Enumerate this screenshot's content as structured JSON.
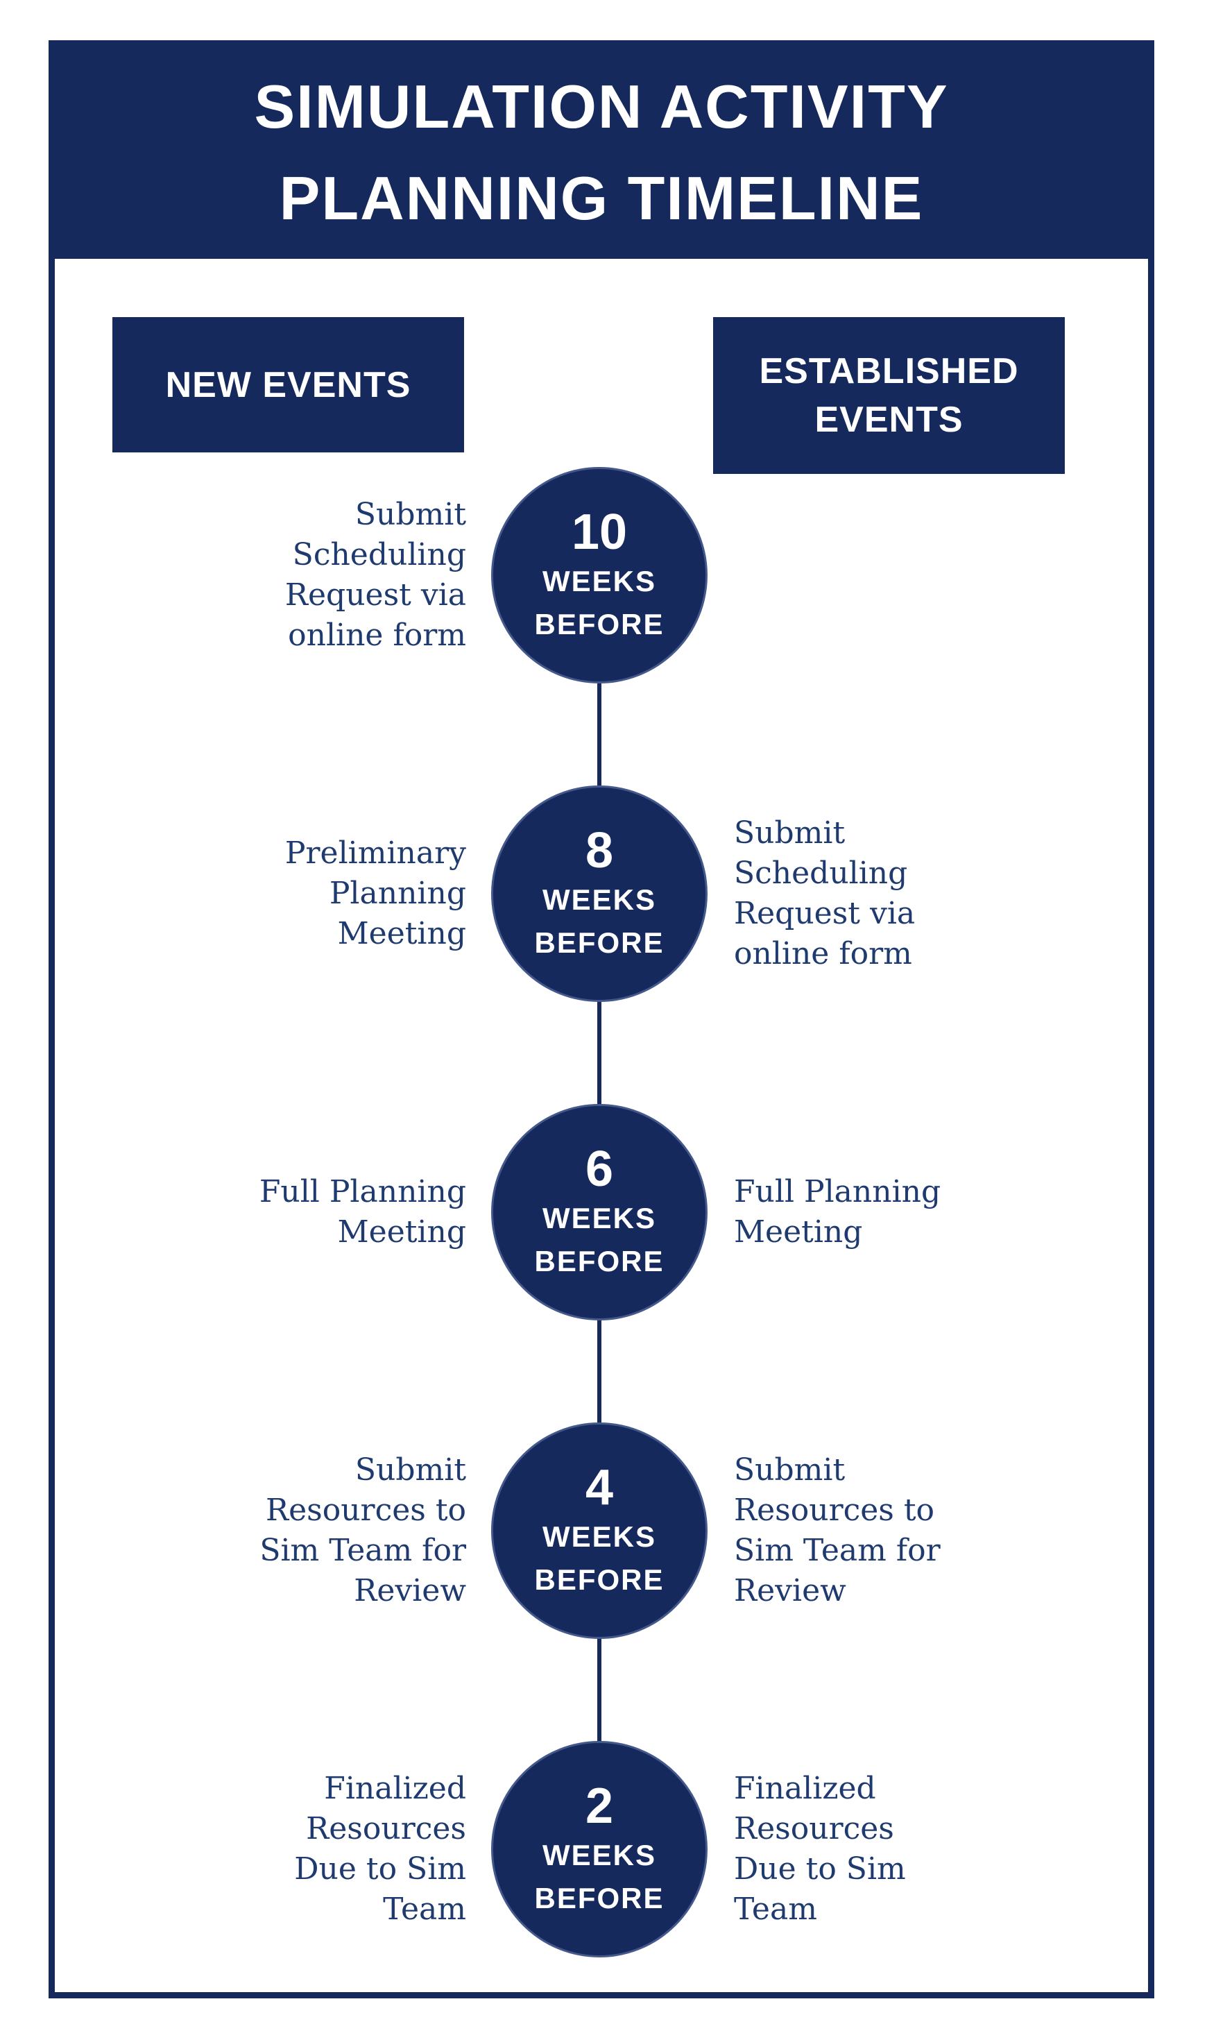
{
  "colors": {
    "navy": "#16295c",
    "circle_border": "#44588c",
    "event_text": "#1e3a6f",
    "title_text": "#ffffff",
    "background": "#ffffff"
  },
  "title": {
    "line1": "SIMULATION ACTIVITY",
    "line2": "PLANNING TIMELINE"
  },
  "columns": {
    "new_events": "NEW EVENTS",
    "established_events": "ESTABLISHED EVENTS"
  },
  "milestones": [
    {
      "number": "10",
      "unit": "WEEKS",
      "qualifier": "BEFORE",
      "new_event_lines": [
        "Submit",
        "Scheduling",
        "Request via",
        "online form"
      ],
      "established_event_lines": []
    },
    {
      "number": "8",
      "unit": "WEEKS",
      "qualifier": "BEFORE",
      "new_event_lines": [
        "Preliminary",
        "Planning",
        "Meeting"
      ],
      "established_event_lines": [
        "Submit",
        "Scheduling",
        "Request via",
        "online form"
      ]
    },
    {
      "number": "6",
      "unit": "WEEKS",
      "qualifier": "BEFORE",
      "new_event_lines": [
        "Full Planning",
        "Meeting"
      ],
      "established_event_lines": [
        "Full Planning",
        "Meeting"
      ]
    },
    {
      "number": "4",
      "unit": "WEEKS",
      "qualifier": "BEFORE",
      "new_event_lines": [
        "Submit",
        "Resources to",
        "Sim Team for",
        "Review"
      ],
      "established_event_lines": [
        "Submit",
        "Resources to",
        "Sim Team for",
        "Review"
      ]
    },
    {
      "number": "2",
      "unit": "WEEKS",
      "qualifier": "BEFORE",
      "new_event_lines": [
        "Finalized",
        "Resources",
        "Due to Sim",
        "Team"
      ],
      "established_event_lines": [
        "Finalized",
        "Resources",
        "Due to Sim",
        "Team"
      ]
    }
  ]
}
